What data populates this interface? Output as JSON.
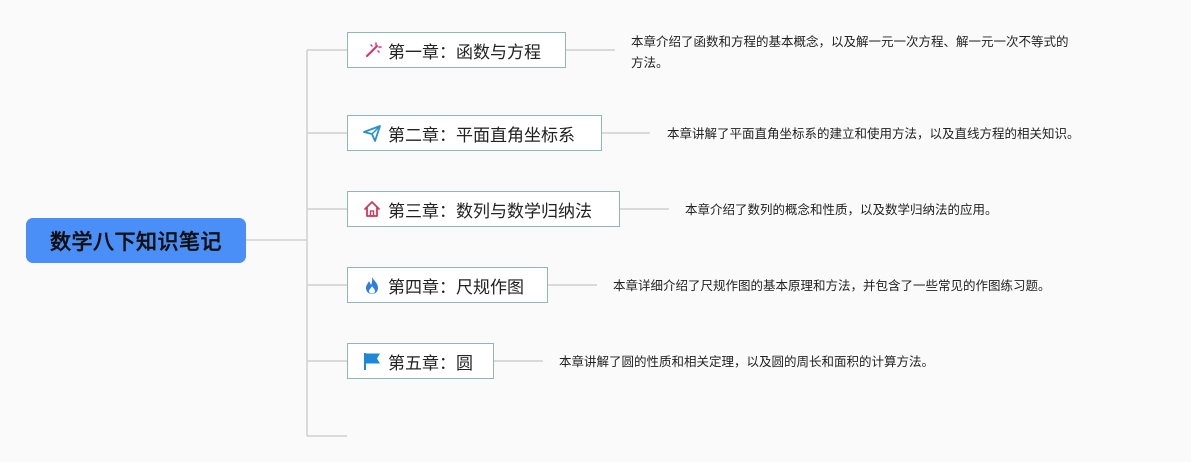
{
  "root": {
    "title": "数学八下知识笔记"
  },
  "chapters": [
    {
      "title": "第一章：函数与方程",
      "icon": "magic-wand-icon",
      "note_lines": [
        "本章介绍了函数和方程的基本概念，以及解一元一次方程、解一元一次不等式的",
        "方法。"
      ]
    },
    {
      "title": "第二章：平面直角坐标系",
      "icon": "paper-plane-icon",
      "note_lines": [
        "本章讲解了平面直角坐标系的建立和使用方法，以及直线方程的相关知识。"
      ]
    },
    {
      "title": "第三章：数列与数学归纳法",
      "icon": "home-icon",
      "note_lines": [
        "本章介绍了数列的概念和性质，以及数学归纳法的应用。"
      ]
    },
    {
      "title": "第四章：尺规作图",
      "icon": "flame-icon",
      "note_lines": [
        "本章详细介绍了尺规作图的基本原理和方法，并包含了一些常见的作图练习题。"
      ]
    },
    {
      "title": "第五章：圆",
      "icon": "flag-icon",
      "note_lines": [
        "本章讲解了圆的性质和相关定理，以及圆的周长和面积的计算方法。"
      ]
    }
  ],
  "colors": {
    "root": "#4a8ef7",
    "node_border": "#8fb8b0",
    "connector": "#cfcfcf",
    "magic-wand-icon": "#e0306a",
    "paper-plane-icon": "#2a8fcf",
    "home-icon": "#d23a5a",
    "flame-icon": "#2f7de1",
    "flag-icon": "#1e88d8"
  }
}
